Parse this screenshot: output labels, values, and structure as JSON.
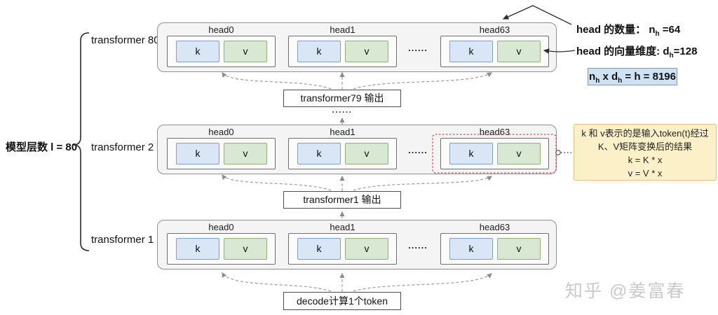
{
  "model_label": "模型层数 l = 80",
  "rows": [
    {
      "label": "transformer 80"
    },
    {
      "label": "transformer 2"
    },
    {
      "label": "transformer 1"
    }
  ],
  "heads": [
    "head0",
    "head1",
    "head63"
  ],
  "kv": {
    "k": "k",
    "v": "v"
  },
  "ellipsis": "......",
  "flow": {
    "upper_output": "transformer79 输出",
    "stack_ellipsis": "......",
    "lower_output": "transformer1 输出",
    "decode_input": "decode计算1个token"
  },
  "annotations": {
    "head_count": [
      {
        "t": "head 的数量： n"
      },
      {
        "t": "h",
        "sub": true
      },
      {
        "t": " =64"
      }
    ],
    "head_dim": [
      {
        "t": "head 的向量维度: d"
      },
      {
        "t": "h",
        "sub": true
      },
      {
        "t": "=128"
      }
    ],
    "formula": [
      {
        "t": "n"
      },
      {
        "t": "h",
        "sub": true
      },
      {
        "t": " x d"
      },
      {
        "t": "h",
        "sub": true
      },
      {
        "t": " = h = 8196"
      }
    ]
  },
  "note": {
    "lines": [
      "k 和 v表示的是输入token(t)经过",
      "K、V矩阵变换后的结果",
      "k = K * x",
      "v = V * x"
    ]
  },
  "watermark": "知乎 @姜富春",
  "colors": {
    "k_fill": "#d9e6f5",
    "k_border": "#7f9fc6",
    "v_fill": "#d8e8d2",
    "v_border": "#8eb07f",
    "note_fill": "#fcf0c8",
    "note_border": "#ddc27f",
    "formula_fill": "#cfe2f3",
    "formula_border": "#8898a8",
    "highlight_red": "#c75450",
    "dashed_gray": "#9a9a9a"
  }
}
